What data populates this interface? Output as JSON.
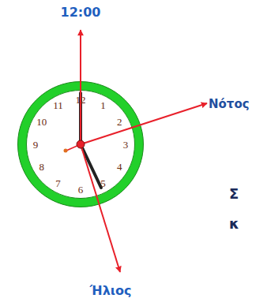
{
  "diagram": {
    "labels": [
      "12:00",
      "Νότος",
      "Ήλιος",
      "12",
      "1",
      "2",
      "3",
      "4",
      "5",
      "6",
      "7",
      "8",
      "9",
      "10",
      "11",
      "Σ",
      "κ"
    ]
  }
}
